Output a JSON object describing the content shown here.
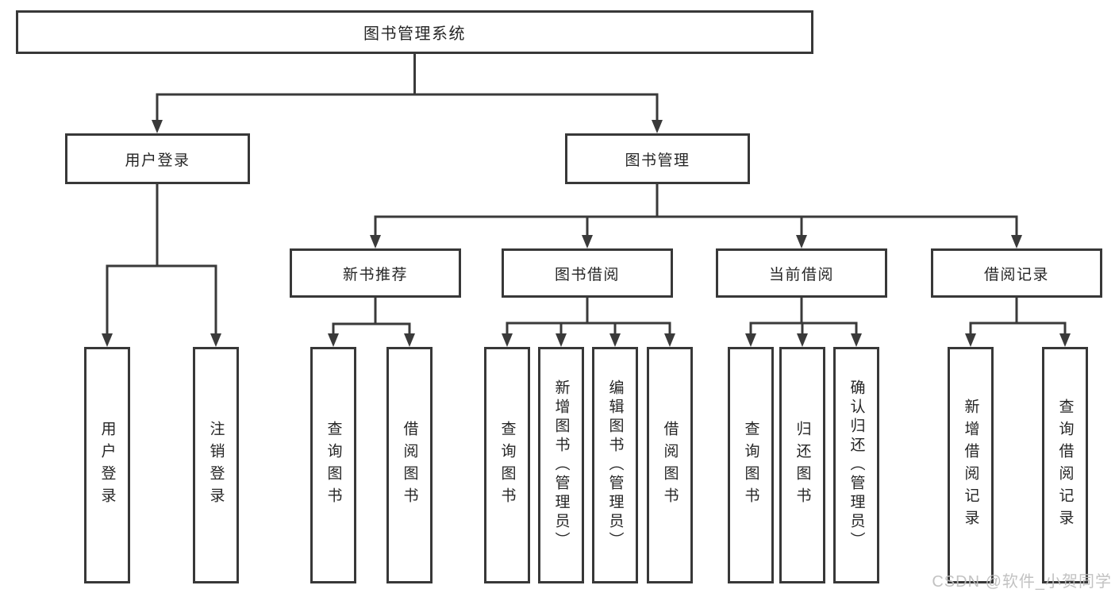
{
  "tree": {
    "label": "图书管理系统",
    "children": [
      {
        "label": "用户登录",
        "children": [
          {
            "label": "用户登录"
          },
          {
            "label": "注销登录"
          }
        ]
      },
      {
        "label": "图书管理",
        "children": [
          {
            "label": "新书推荐",
            "children": [
              {
                "label": "查询图书"
              },
              {
                "label": "借阅图书"
              }
            ]
          },
          {
            "label": "图书借阅",
            "children": [
              {
                "label": "查询图书"
              },
              {
                "label": "新增图书（管理员）"
              },
              {
                "label": "编辑图书（管理员）"
              },
              {
                "label": "借阅图书"
              }
            ]
          },
          {
            "label": "当前借阅",
            "children": [
              {
                "label": "查询图书"
              },
              {
                "label": "归还图书"
              },
              {
                "label": "确认归还（管理员）"
              }
            ]
          },
          {
            "label": "借阅记录",
            "children": [
              {
                "label": "新增借阅记录"
              },
              {
                "label": "查询借阅记录"
              }
            ]
          }
        ]
      }
    ]
  },
  "watermark": {
    "text": "CSDN @软件_小贺同学"
  },
  "colors": {
    "line": "#3a3a3a",
    "box_border": "#383838",
    "text": "#262626",
    "watermark": "#bdbdbd",
    "background": "#ffffff"
  }
}
